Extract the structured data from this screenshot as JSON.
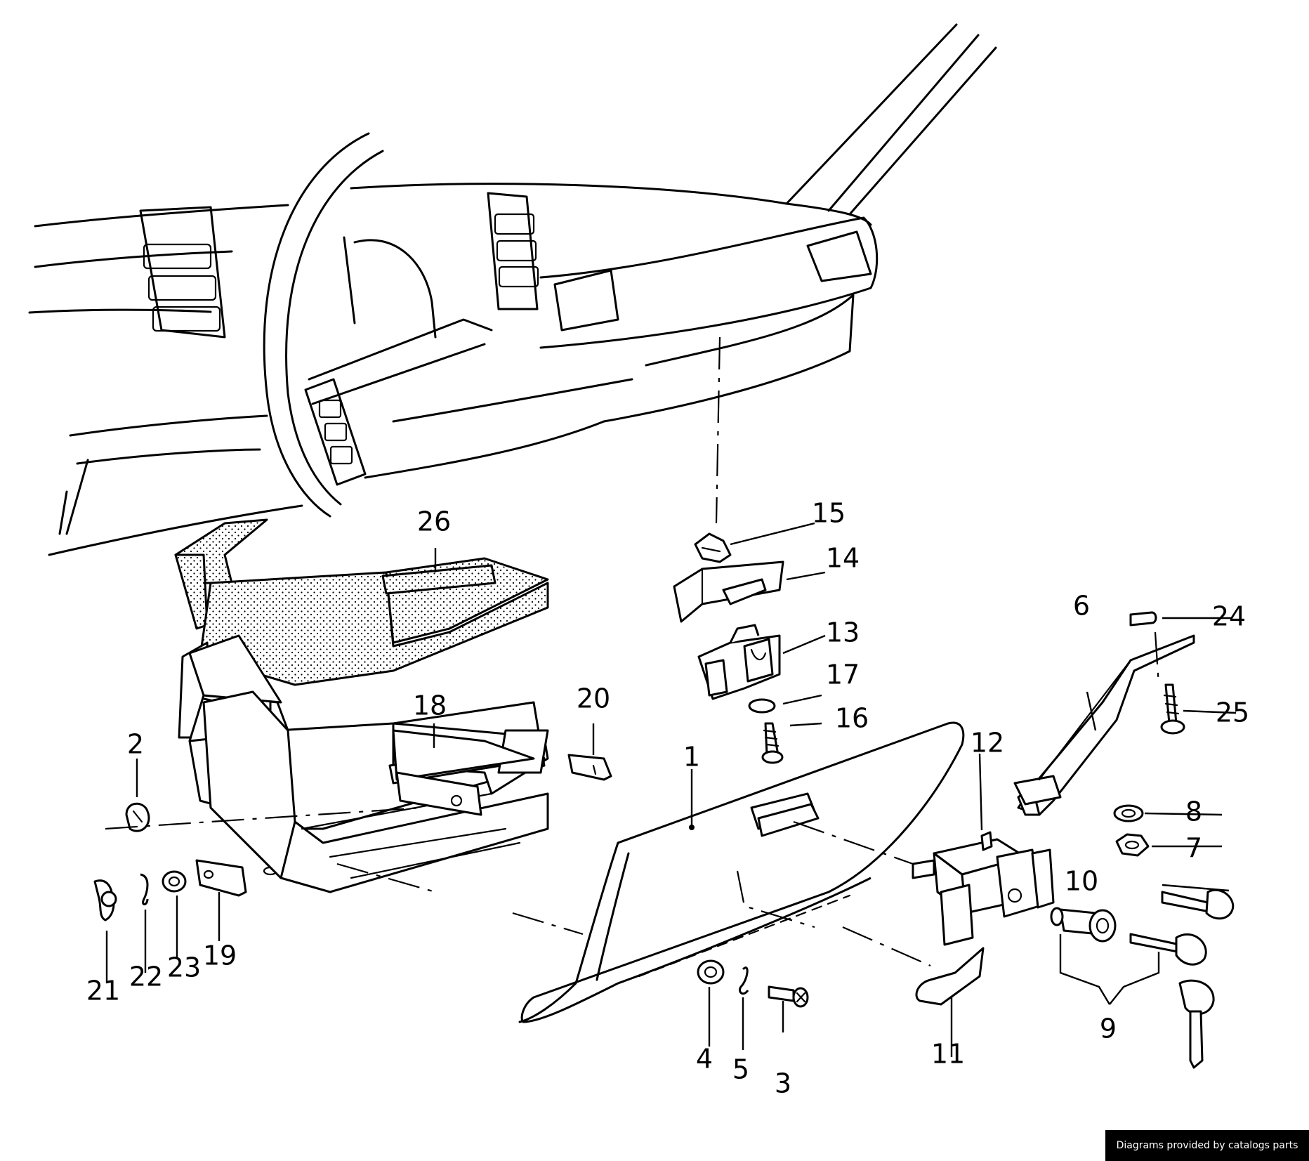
{
  "footer": {
    "text": "Diagrams provided by catalogs parts"
  },
  "callouts": {
    "c1": "1",
    "c2": "2",
    "c3": "3",
    "c4": "4",
    "c5": "5",
    "c6": "6",
    "c7": "7",
    "c8": "8",
    "c9": "9",
    "c10": "10",
    "c11": "11",
    "c12": "12",
    "c13": "13",
    "c14": "14",
    "c15": "15",
    "c16": "16",
    "c17": "17",
    "c18": "18",
    "c19": "19",
    "c20": "20",
    "c21": "21",
    "c22": "22",
    "c23": "23",
    "c24": "24",
    "c25": "25",
    "c26": "26"
  },
  "colors": {
    "ink": "#000000",
    "paper": "#ffffff"
  }
}
